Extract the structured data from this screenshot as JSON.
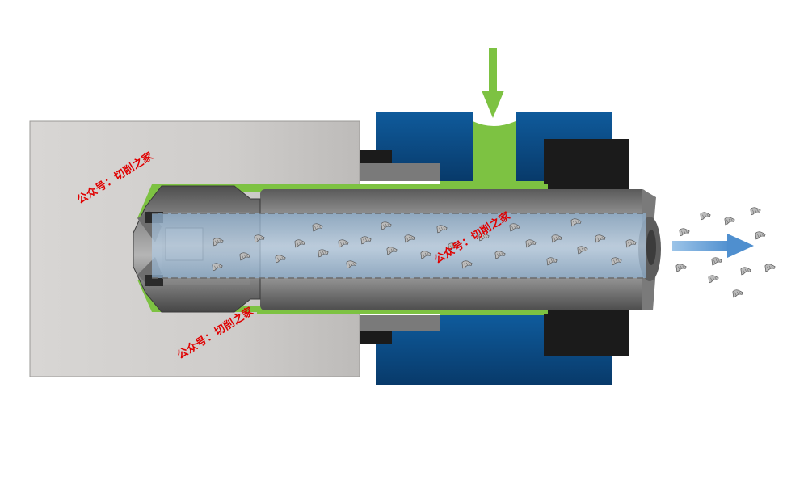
{
  "diagram": {
    "components": {
      "workpiece": "workpiece-cylinder",
      "drill_head": "drill-head",
      "drill_tube": "drill-tube",
      "pressure_head": "oil-pressure-head",
      "coolant_inlet": "coolant-inlet-arrow",
      "chip_outlet": "chip-outlet-arrow"
    },
    "colors": {
      "workpiece": "#cfcdcb",
      "housing": "#0d4f8b",
      "coolant": "#7dc242",
      "tube": "#8a8a8a",
      "bore_flow": "#a9c4de",
      "chips": "#c8c8c8",
      "outflow_arrow": "#6aa6d8",
      "dark_parts": "#1a1a1a"
    }
  },
  "watermarks": [
    {
      "text": "公众号：切削之家"
    },
    {
      "text": "公众号：切削之家"
    },
    {
      "text": "公众号：切削之家"
    }
  ]
}
